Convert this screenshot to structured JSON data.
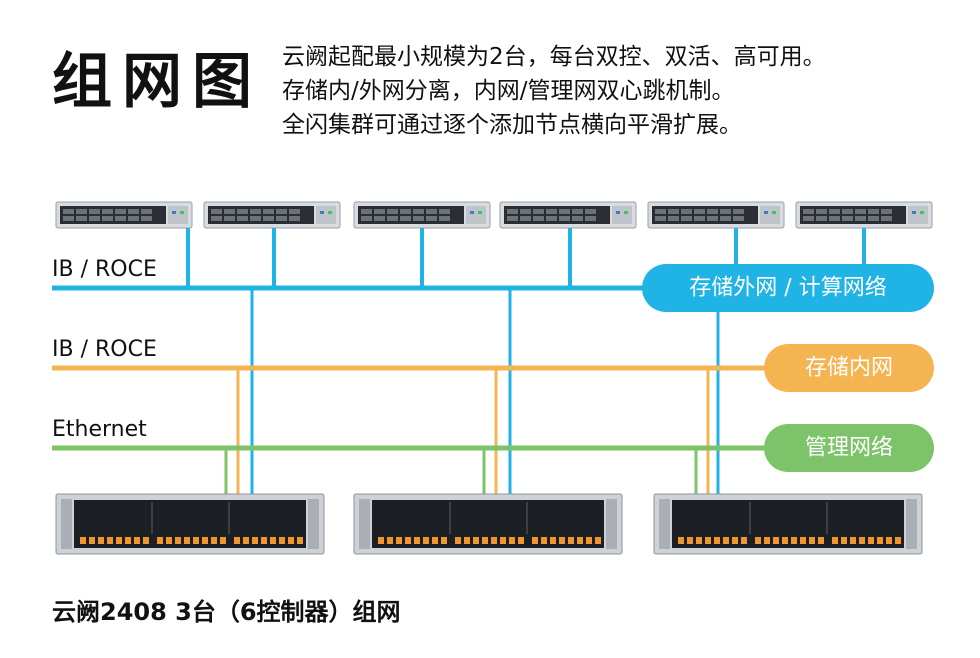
{
  "title": "组网图",
  "description": [
    "云阙起配最小规模为2台，每台双控、双活、高可用。",
    "存储内/外网分离，内网/管理网双心跳机制。",
    "全闪集群可通过逐个添加节点横向平滑扩展。"
  ],
  "networks": [
    {
      "label": "IB / ROCE",
      "pill": "存储外网 / 计算网络",
      "color": "#1fb3e6"
    },
    {
      "label": "IB / ROCE",
      "pill": "存储内网",
      "color": "#f5b452"
    },
    {
      "label": "Ethernet",
      "pill": "管理网络",
      "color": "#7cc36a"
    }
  ],
  "caption": "云阙2408 3台（6控制器）组网",
  "icons": {
    "compute": "rack-server-1u-icon",
    "storage": "storage-array-2u-icon"
  }
}
